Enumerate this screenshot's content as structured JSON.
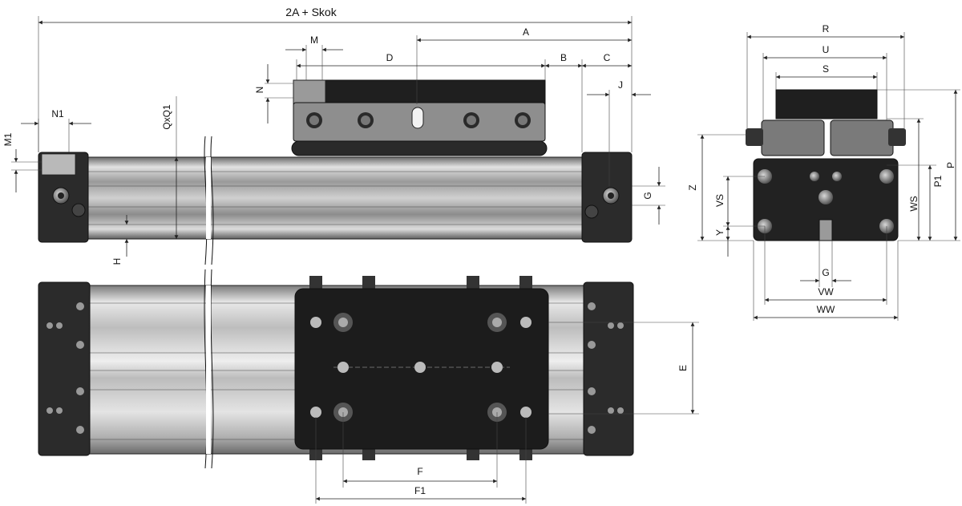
{
  "drawing": {
    "views": [
      "side-view",
      "top-view",
      "end-view"
    ]
  },
  "labels": {
    "overall_length": "2A + Skok",
    "A": "A",
    "B": "B",
    "C": "C",
    "D": "D",
    "M": "M",
    "N": "N",
    "N1": "N1",
    "M1": "M1",
    "J": "J",
    "G_side": "G",
    "H": "H",
    "QxQ1": "QxQ1",
    "E": "E",
    "F": "F",
    "F1": "F1",
    "R": "R",
    "U": "U",
    "S": "S",
    "Z": "Z",
    "VS": "VS",
    "Y": "Y",
    "P1": "P1",
    "P": "P",
    "WS": "WS",
    "G_end": "G",
    "VW": "VW",
    "WW": "WW"
  },
  "colors": {
    "profile_light": "#d9d9d9",
    "profile_mid": "#a8a8a8",
    "profile_dark": "#5a5a5a",
    "endcap": "#2a2a2a",
    "carriage": "#1e1e1e",
    "bolt": "#8a8a8a"
  }
}
